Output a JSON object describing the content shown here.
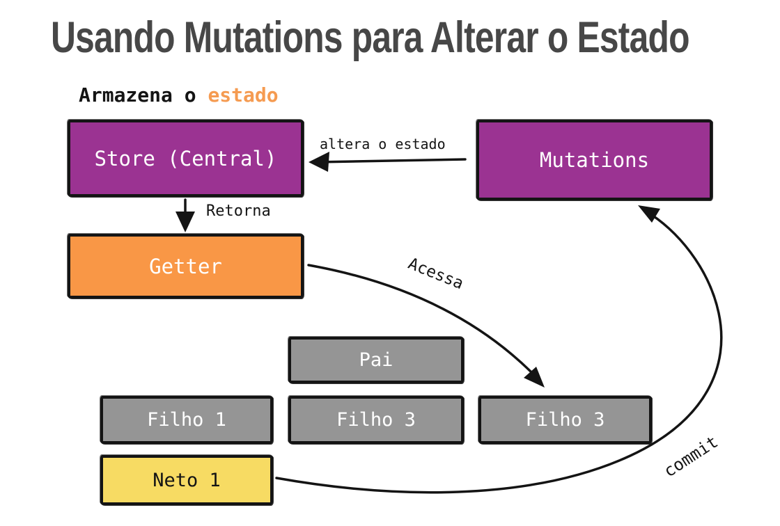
{
  "title": "Usando Mutations para Alterar o Estado",
  "subtitle": {
    "prefix": "Armazena o ",
    "highlight": "estado"
  },
  "nodes": {
    "store": {
      "label": "Store (Central)"
    },
    "mutations": {
      "label": "Mutations"
    },
    "getter": {
      "label": "Getter"
    },
    "pai": {
      "label": "Pai"
    },
    "filho1": {
      "label": "Filho 1"
    },
    "filho3a": {
      "label": "Filho 3"
    },
    "filho3b": {
      "label": "Filho 3"
    },
    "neto1": {
      "label": "Neto 1"
    }
  },
  "edges": {
    "altera": {
      "label": "altera o estado"
    },
    "retorna": {
      "label": "Retorna"
    },
    "acessa": {
      "label": "Acessa"
    },
    "commit": {
      "label": "commit"
    }
  },
  "colors": {
    "purple": "#9b3392",
    "orange_box": "#f99746",
    "orange_text": "#f59b51",
    "gray": "#959595",
    "yellow": "#f7db63",
    "ink": "#141414",
    "title_gray": "#474747"
  }
}
